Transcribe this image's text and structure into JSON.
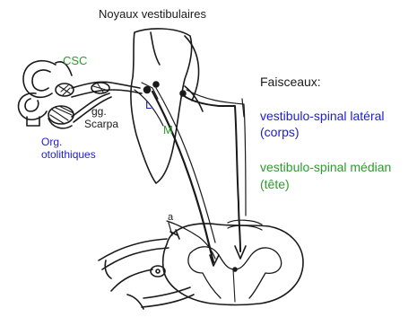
{
  "title": "Noyaux vestibulaires",
  "labels": {
    "csc": "CSC",
    "gg": "gg.",
    "scarpa": "Scarpa",
    "org_line1": "Org.",
    "org_line2": "otolithiques",
    "nucleus_l": "L",
    "nucleus_m": "M",
    "small_a": "a"
  },
  "legend": {
    "heading": "Faisceaux:",
    "lateral_line1": "vestibulo-spinal latéral",
    "lateral_line2": "(corps)",
    "medial_line1": "vestibulo-spinal médian",
    "medial_line2": "(tête)"
  },
  "colors": {
    "blue": "#1c1cd6",
    "green": "#2e9a2e",
    "ink": "#1a1a1a"
  }
}
